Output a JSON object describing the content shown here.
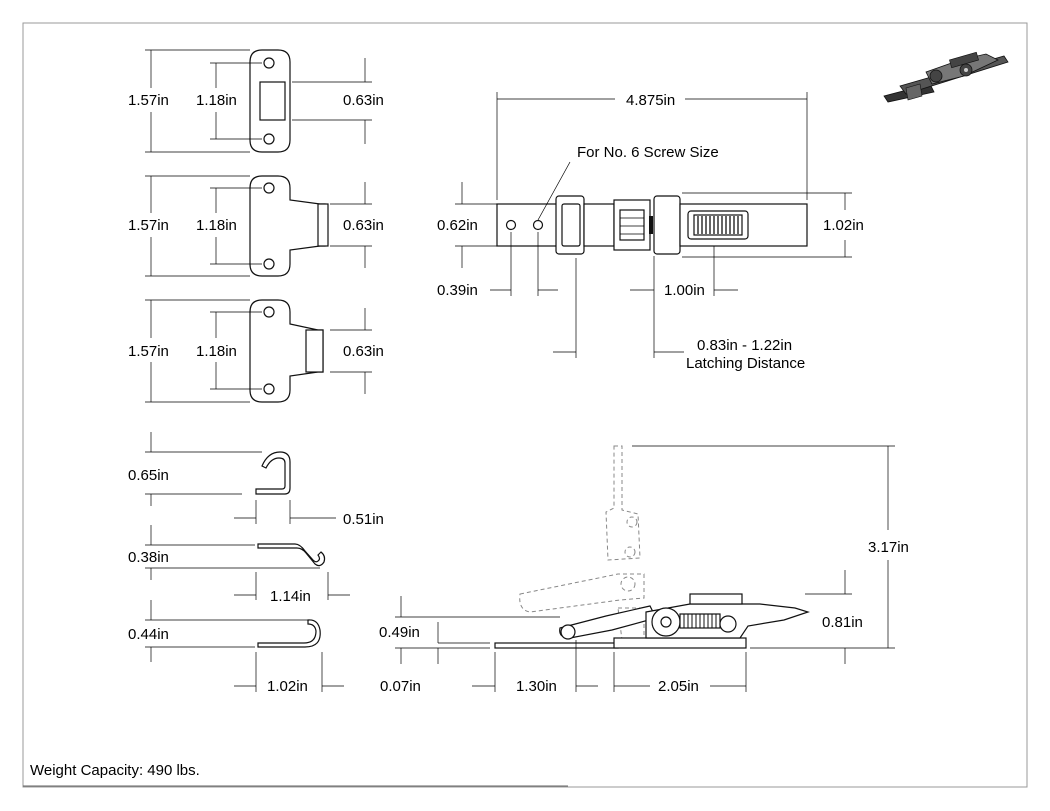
{
  "footer": {
    "weight_capacity": "Weight Capacity: 490 lbs."
  },
  "keepers": [
    {
      "height": "1.57in",
      "inner": "1.18in",
      "slot": "0.63in"
    },
    {
      "height": "1.57in",
      "inner": "1.18in",
      "slot": "0.63in"
    },
    {
      "height": "1.57in",
      "inner": "1.18in",
      "slot": "0.63in"
    }
  ],
  "hooks": [
    {
      "height": "0.65in",
      "width": "0.51in"
    },
    {
      "height": "0.38in",
      "width": "1.14in"
    },
    {
      "height": "0.44in",
      "width": "1.02in"
    }
  ],
  "top_view": {
    "overall_length": "4.875in",
    "screw_note": "For No. 6 Screw Size",
    "base_width": "0.62in",
    "body_width": "1.02in",
    "hole_spacing": "0.39in",
    "handle_width": "1.00in",
    "latch_range": "0.83in - 1.22in",
    "latch_label": "Latching Distance"
  },
  "side_view": {
    "open_height": "3.17in",
    "base_height": "0.49in",
    "body_height": "0.81in",
    "plate_thickness": "0.07in",
    "plate_length": "1.30in",
    "body_length": "2.05in"
  }
}
